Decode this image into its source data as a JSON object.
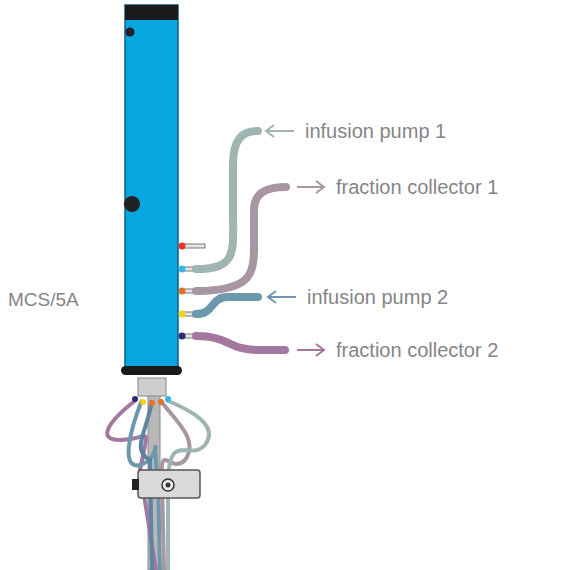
{
  "diagram": {
    "labels": [
      "infusion pump 1",
      "fraction collector 1",
      "infusion pump 2",
      "fraction collector 2",
      "MCS/5A"
    ]
  }
}
